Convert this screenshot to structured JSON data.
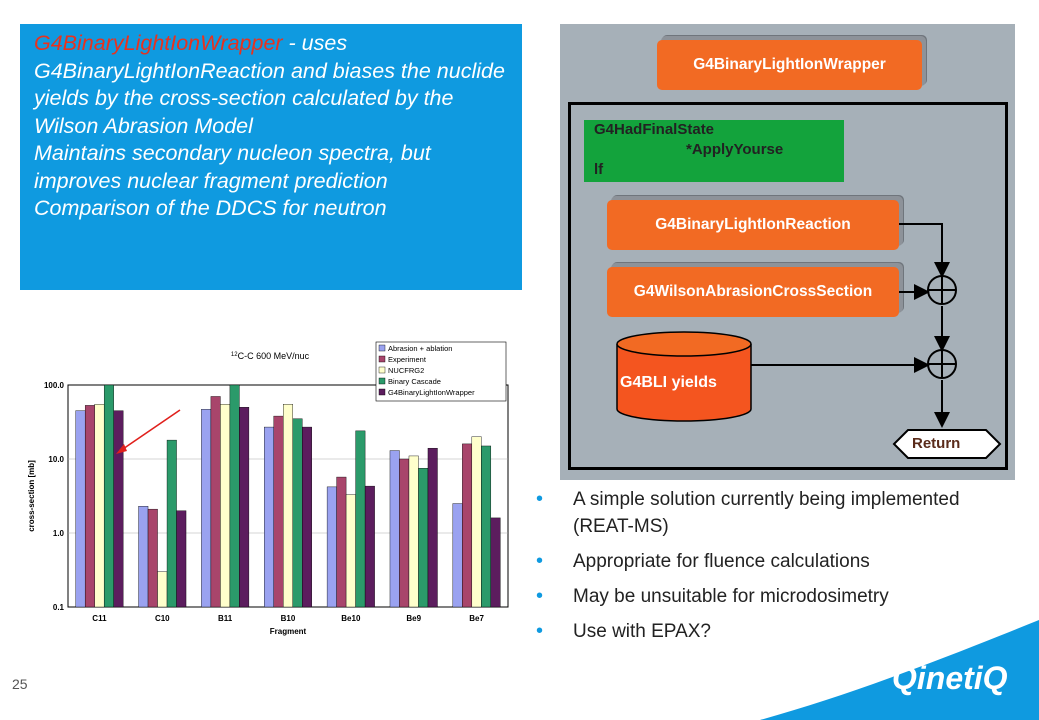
{
  "description": {
    "highlight": "G4BinaryLightIonWrapper",
    "lead": " - uses G4BinaryLightIonReaction and biases the nuclide yields by the cross-section calculated by the Wilson Abrasion Model",
    "line2": "Maintains secondary nucleon spectra, but improves nuclear fragment prediction",
    "line3": "Comparison of the DDCS for neutron"
  },
  "diagram": {
    "wrapper": "G4BinaryLightIonWrapper",
    "final_state": [
      "G4HadFinalState",
      "*ApplyYourse",
      "lf"
    ],
    "reaction": "G4BinaryLightIonReaction",
    "wilson": "G4WilsonAbrasionCrossSection",
    "yields": "G4BLI yields",
    "return": "Return",
    "colors": {
      "orange": "#f26a23",
      "green": "#13a33c",
      "grey": "#a6b0b8"
    }
  },
  "chart_data": {
    "type": "bar",
    "title": "12C-C 600 MeV/nuc",
    "xlabel": "Fragment",
    "ylabel": "cross-section [mb]",
    "yscale": "log",
    "ylim": [
      0.1,
      100
    ],
    "yticks": [
      "100.0",
      "10.0",
      "1.0",
      "0.1"
    ],
    "categories": [
      "C11",
      "C10",
      "B11",
      "B10",
      "Be10",
      "Be9",
      "Be7"
    ],
    "legend_position": "top-right",
    "series": [
      {
        "name": "Abrasion + ablation",
        "color": "#9aa2f0",
        "values": [
          45,
          2.3,
          47,
          27,
          4.2,
          13,
          2.5
        ]
      },
      {
        "name": "Experiment",
        "color": "#a8456b",
        "values": [
          53,
          2.1,
          70,
          38,
          5.7,
          10,
          16
        ]
      },
      {
        "name": "NUCFRG2",
        "color": "#ffffcc",
        "values": [
          55,
          0.3,
          55,
          55,
          3.3,
          11,
          20
        ]
      },
      {
        "name": "Binary Cascade",
        "color": "#2b9a6a",
        "values": [
          100,
          18,
          100,
          35,
          24,
          7.5,
          15
        ]
      },
      {
        "name": "G4BinaryLightIonWrapper",
        "color": "#5c1d5e",
        "values": [
          45,
          2.0,
          50,
          27,
          4.3,
          14,
          1.6
        ]
      }
    ]
  },
  "bullets": [
    "A simple solution currently being implemented (REAT-MS)",
    "Appropriate for fluence calculations",
    "May be unsuitable for microdosimetry",
    "Use with EPAX?"
  ],
  "page_number": "25",
  "logo": "QinetiQ"
}
